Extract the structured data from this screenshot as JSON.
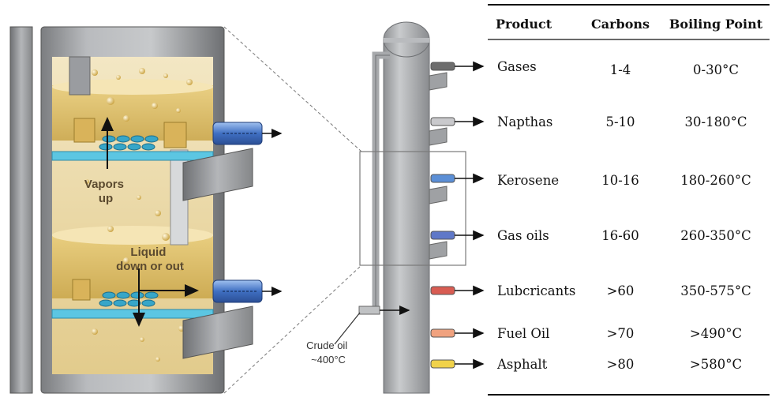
{
  "labels": {
    "vapors": [
      "Vapors",
      "up"
    ],
    "liquid": [
      "Liquid",
      "down or out"
    ],
    "crude": [
      "Crude oil",
      "~400°C"
    ]
  },
  "table": {
    "headers": [
      "Product",
      "Carbons",
      "Boiling Point"
    ],
    "rows": [
      {
        "product": "Gases",
        "carbons": "1-4",
        "boiling": "0-30°C",
        "color": "#6d6d6d"
      },
      {
        "product": "Napthas",
        "carbons": "5-10",
        "boiling": "30-180°C",
        "color": "#c9c9cc"
      },
      {
        "product": "Kerosene",
        "carbons": "10-16",
        "boiling": "180-260°C",
        "color": "#5b8fd6"
      },
      {
        "product": "Gas oils",
        "carbons": "16-60",
        "boiling": "260-350°C",
        "color": "#5f78c8"
      },
      {
        "product": "Lubcricants",
        "carbons": ">60",
        "boiling": "350-575°C",
        "color": "#d85c52"
      },
      {
        "product": "Fuel Oil",
        "carbons": ">70",
        "boiling": ">490°C",
        "color": "#f0a27f"
      },
      {
        "product": "Asphalt",
        "carbons": ">80",
        "boiling": ">580°C",
        "color": "#f0d24a"
      }
    ]
  }
}
